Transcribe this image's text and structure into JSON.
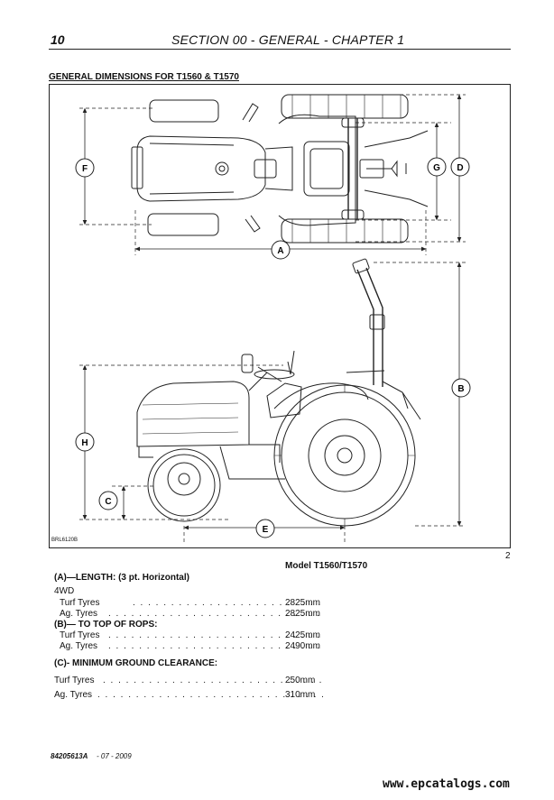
{
  "header": {
    "page_number": "10",
    "section_title": "SECTION 00 - GENERAL - CHAPTER 1"
  },
  "heading": "GENERAL DIMENSIONS FOR T1560 & T1570",
  "figure": {
    "code": "BRL6120B",
    "number": "2",
    "dimension_labels": [
      "A",
      "B",
      "C",
      "D",
      "E",
      "F",
      "G",
      "H"
    ]
  },
  "specs": {
    "model_header": "Model T1560/T1570",
    "length": {
      "title": "(A)—LENGTH: (3 pt. Horizontal)",
      "subtitle": "4WD",
      "rows": [
        {
          "label": "Turf Tyres",
          "value": "2825mm"
        },
        {
          "label": "Ag. Tyres",
          "value": "2825mm"
        }
      ]
    },
    "rops": {
      "title": "(B)— TO TOP OF ROPS:",
      "rows": [
        {
          "label": "Turf Tyres",
          "value": "2425mm"
        },
        {
          "label": "Ag. Tyres",
          "value": "2490mm"
        }
      ]
    },
    "clearance": {
      "title": "(C)- MINIMUM GROUND CLEARANCE:",
      "rows": [
        {
          "label": "Turf Tyres",
          "value": "250mm"
        },
        {
          "label": "Ag. Tyres",
          "value": "310mm"
        }
      ]
    }
  },
  "footer": {
    "code": "84205613A",
    "date": " - 07 - 2009"
  },
  "watermark": "www.epcatalogs.com"
}
